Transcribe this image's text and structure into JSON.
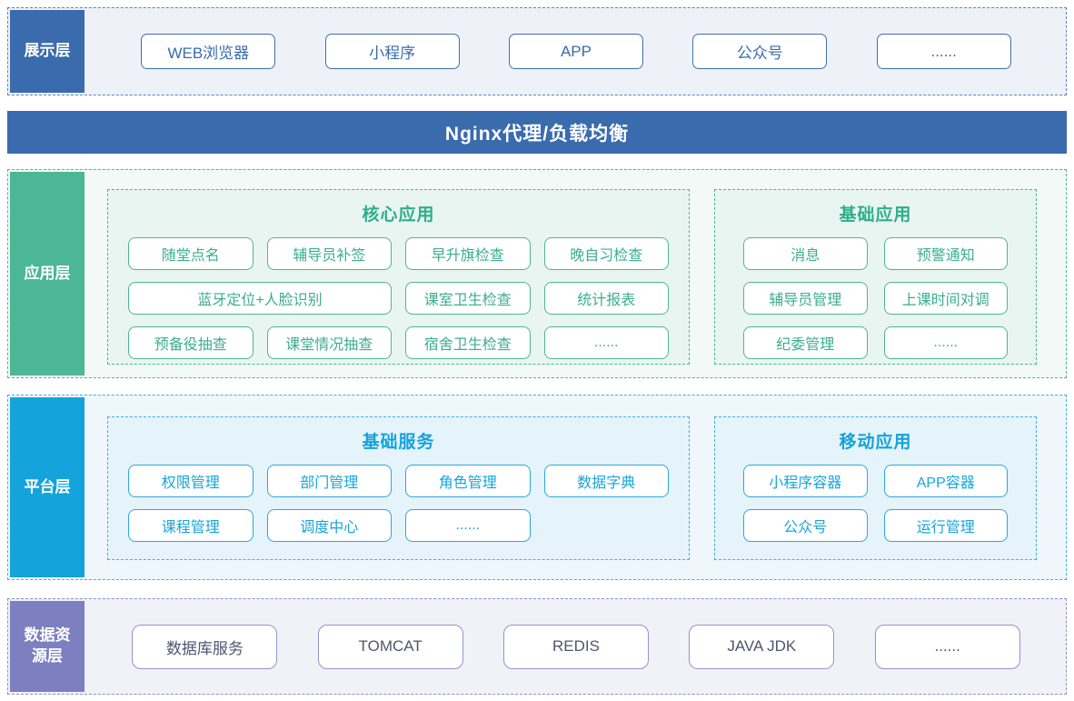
{
  "colors": {
    "blue": "#3a6bad",
    "green": "#4cb795",
    "cyan": "#14a3da",
    "purple": "#7c80c0",
    "green_text": "#3bae8d",
    "cyan_text": "#18a5da",
    "data_text": "#53536f"
  },
  "presentation": {
    "label": "展示层",
    "items": [
      "WEB浏览器",
      "小程序",
      "APP",
      "公众号",
      "......"
    ]
  },
  "nginx": {
    "label": "Nginx代理/负载均衡"
  },
  "application": {
    "label": "应用层",
    "groups": [
      {
        "title": "核心应用",
        "items": [
          "随堂点名",
          "辅导员补签",
          "早升旗检查",
          "晚自习检查",
          "蓝牙定位+人脸识别",
          "课室卫生检查",
          "统计报表",
          "预备役抽查",
          "课堂情况抽查",
          "宿舍卫生检查",
          "......"
        ]
      },
      {
        "title": "基础应用",
        "items": [
          "消息",
          "预警通知",
          "辅导员管理",
          "上课时间对调",
          "纪委管理",
          "......"
        ]
      }
    ]
  },
  "platform": {
    "label": "平台层",
    "groups": [
      {
        "title": "基础服务",
        "items": [
          "权限管理",
          "部门管理",
          "角色管理",
          "数据字典",
          "课程管理",
          "调度中心",
          "......"
        ]
      },
      {
        "title": "移动应用",
        "items": [
          "小程序容器",
          "APP容器",
          "公众号",
          "运行管理"
        ]
      }
    ]
  },
  "data_resource": {
    "label": "数据资源层",
    "items": [
      "数据库服务",
      "TOMCAT",
      "REDIS",
      "JAVA JDK",
      "......"
    ]
  }
}
